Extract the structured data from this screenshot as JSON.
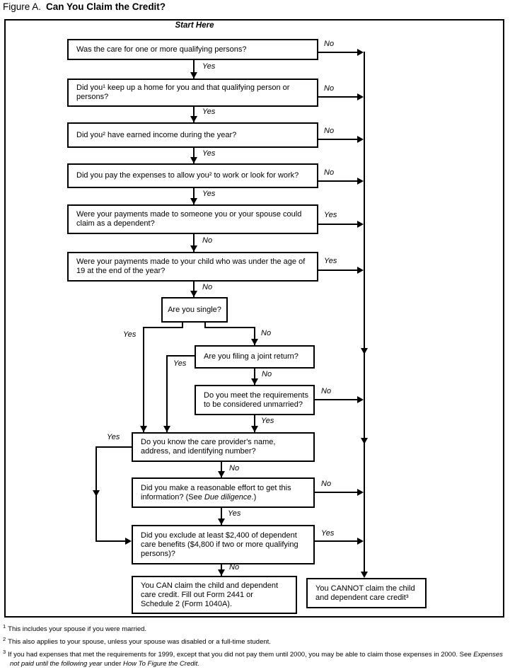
{
  "title": {
    "prefix": "Figure A.",
    "main": "Can You Claim the Credit?"
  },
  "start_label": "Start Here",
  "colors": {
    "ink": "#000000",
    "paper": "#ffffff"
  },
  "nodes": {
    "q1": {
      "lines": [
        "Was the care for one or more qualifying persons?"
      ]
    },
    "q2": {
      "lines": [
        "Did you¹ keep up a home for you and that qualifying person or",
        "persons?"
      ]
    },
    "q3": {
      "lines": [
        "Did you² have earned income during the year?"
      ]
    },
    "q4": {
      "lines": [
        "Did you pay the expenses to allow you² to work or look for work?"
      ]
    },
    "q5": {
      "lines": [
        "Were your payments made to someone you or your spouse could",
        "claim as a dependent?"
      ]
    },
    "q6": {
      "lines": [
        "Were your payments made to your child who was under the age of",
        "19 at the end of the year?"
      ]
    },
    "q7": {
      "lines": [
        "Are you single?"
      ]
    },
    "q8": {
      "lines": [
        "Are you filing a joint return?"
      ]
    },
    "q9": {
      "lines": [
        "Do you meet the requirements",
        "to be considered unmarried?"
      ]
    },
    "q10": {
      "lines": [
        "Do you know the care provider's name,",
        "address, and identifying number?"
      ]
    },
    "q11": {
      "line1": "Did you make a reasonable effort to get this",
      "line2_pre": "information? (See ",
      "line2_italic": "Due diligence",
      "line2_post": ".)"
    },
    "q12": {
      "lines": [
        "Did you exclude at least $2,400 of dependent",
        "care benefits ($4,800 if two or more qualifying",
        "persons)?"
      ]
    },
    "can": {
      "lines": [
        "You CAN claim the child and dependent",
        "care credit. Fill out Form 2441 or",
        "Schedule 2 (Form 1040A)."
      ]
    },
    "cannot": {
      "lines": [
        "You CANNOT claim the child",
        "and dependent care credit³"
      ]
    }
  },
  "edges": {
    "q1_no": "No",
    "q1_yes": "Yes",
    "q2_no": "No",
    "q2_yes": "Yes",
    "q3_no": "No",
    "q3_yes": "Yes",
    "q4_no": "No",
    "q4_yes": "Yes",
    "q5_yes": "Yes",
    "q5_no": "No",
    "q6_yes": "Yes",
    "q6_no": "No",
    "q7_yes": "Yes",
    "q7_no": "No",
    "q8_yes": "Yes",
    "q8_no": "No",
    "q9_no": "No",
    "q9_yes": "Yes",
    "q10_yes": "Yes",
    "q10_no": "No",
    "q11_no": "No",
    "q11_yes": "Yes",
    "q12_yes": "Yes",
    "q12_no": "No"
  },
  "footnotes": [
    {
      "marker": "1",
      "text": "This includes your spouse if you were married."
    },
    {
      "marker": "2",
      "text": "This also applies to your spouse, unless your spouse was disabled or a full-time student."
    },
    {
      "marker": "3",
      "pre": "If you had expenses that met the requirements for 1999, except that you did not pay them until 2000, you may be able to claim those expenses in 2000. See ",
      "italic1": "Expenses not paid until the following year",
      "mid": " under ",
      "italic2": "How To Figure the Credit."
    }
  ]
}
